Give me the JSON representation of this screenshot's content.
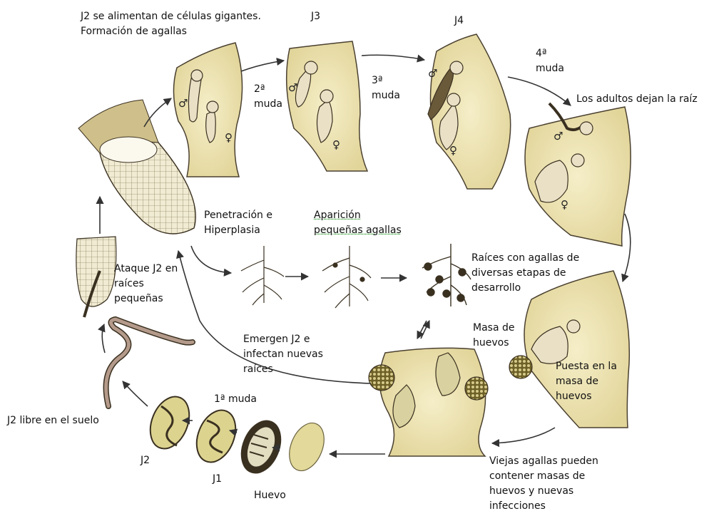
{
  "labels": {
    "j2_feed": "J2 se alimentan de células gigantes. Formación de agallas",
    "j3": "J3",
    "j4": "J4",
    "muda2": "2ª muda",
    "muda3": "3ª muda",
    "muda4": "4ª muda",
    "adults_leave": "Los adultos dejan la raíz",
    "penetration": "Penetración e Hiperplasia",
    "small_galls": "Aparición pequeñas agallas",
    "roots_galls": "Raíces con agallas de diversas etapas de desarrollo",
    "attack_j2": "Ataque J2 en raíces pequeñas",
    "egg_mass": "Masa de huevos",
    "laying": "Puesta en la masa de huevos",
    "emerge_j2": "Emergen J2 e infectan nuevas raíces",
    "muda1": "1ª muda",
    "free_j2": "J2 libre en el suelo",
    "j2": "J2",
    "j1": "J1",
    "egg": "Huevo",
    "old_galls": "Viejas agallas pueden contener masas de huevos y nuevas infecciones"
  },
  "symbols": {
    "male": "♂",
    "female": "♀"
  },
  "colors": {
    "tissue": "#efe6b4",
    "tissue_stroke": "#4a4030",
    "nematode": "#e9e0c6",
    "dark": "#3a3020",
    "arrow": "#333333",
    "egg_mass": "#8a7a3a"
  }
}
